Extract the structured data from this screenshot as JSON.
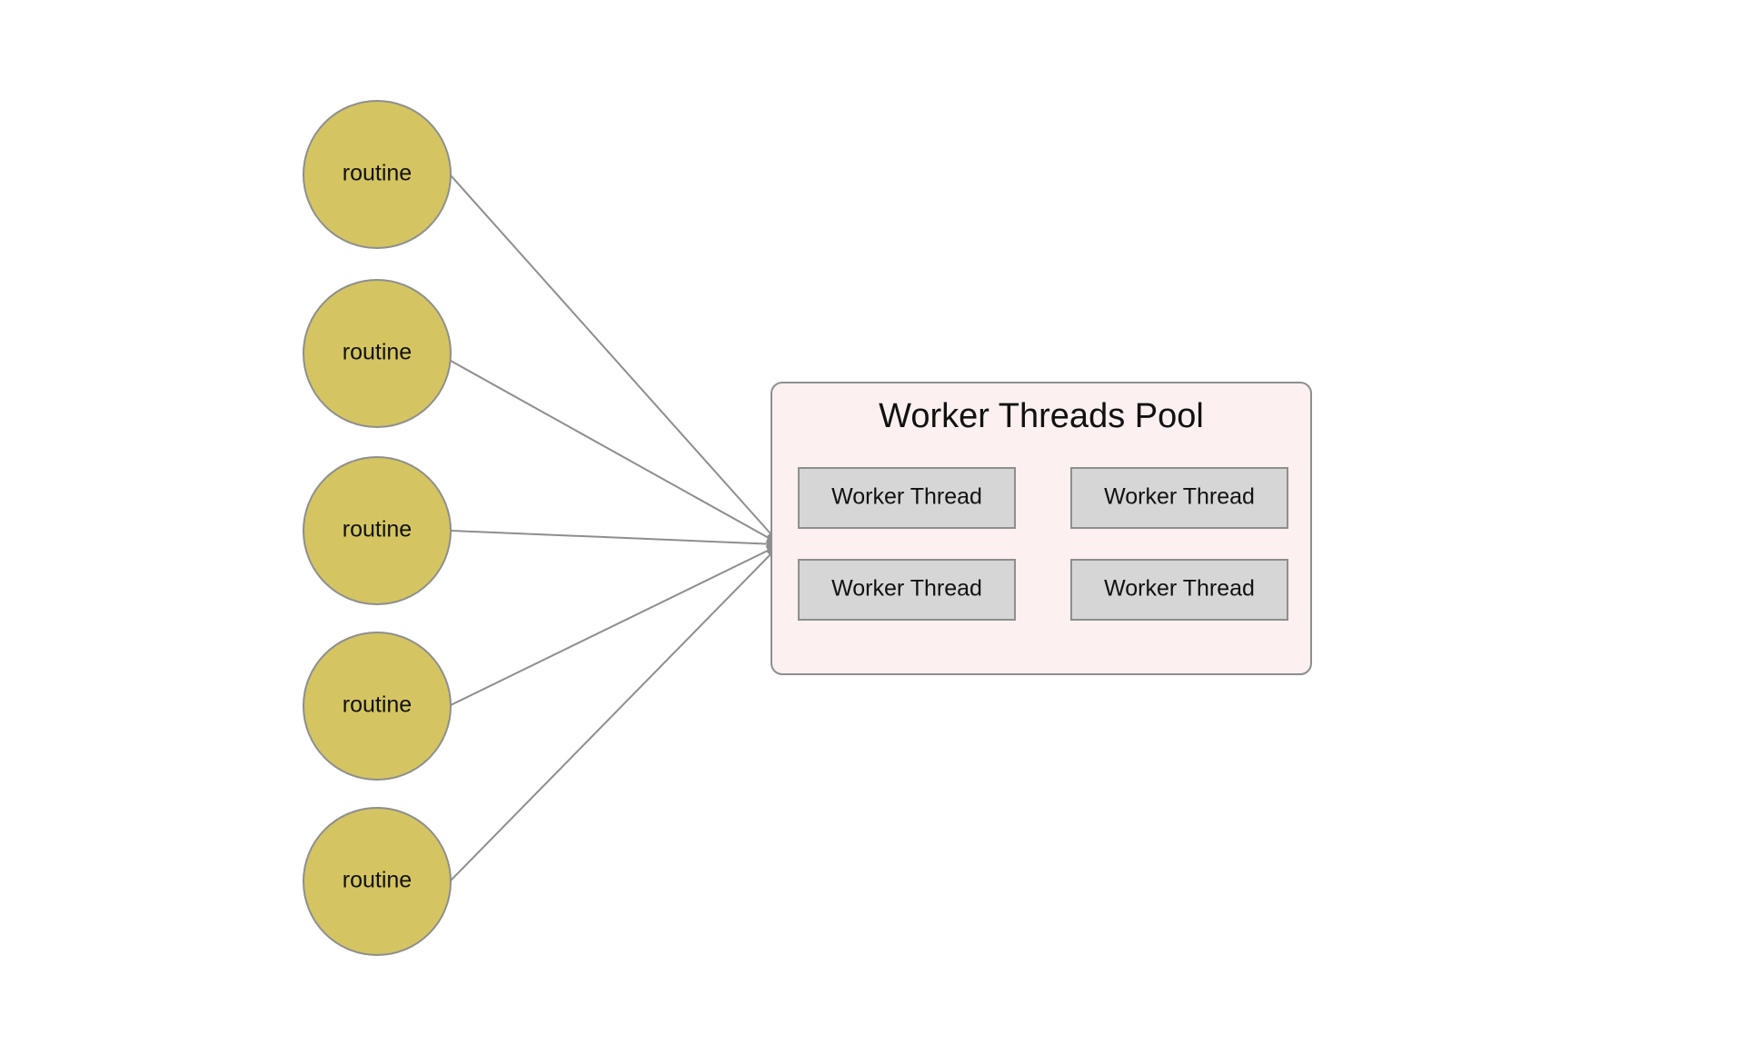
{
  "routines": [
    {
      "label": "routine"
    },
    {
      "label": "routine"
    },
    {
      "label": "routine"
    },
    {
      "label": "routine"
    },
    {
      "label": "routine"
    }
  ],
  "pool": {
    "title": "Worker Threads Pool",
    "workers": [
      {
        "label": "Worker Thread"
      },
      {
        "label": "Worker Thread"
      },
      {
        "label": "Worker Thread"
      },
      {
        "label": "Worker Thread"
      }
    ]
  },
  "colors": {
    "routine_fill": "#d4c562",
    "pool_fill": "#fdf0f0",
    "worker_fill": "#d6d6d6",
    "edge": "#8e8e8e"
  }
}
